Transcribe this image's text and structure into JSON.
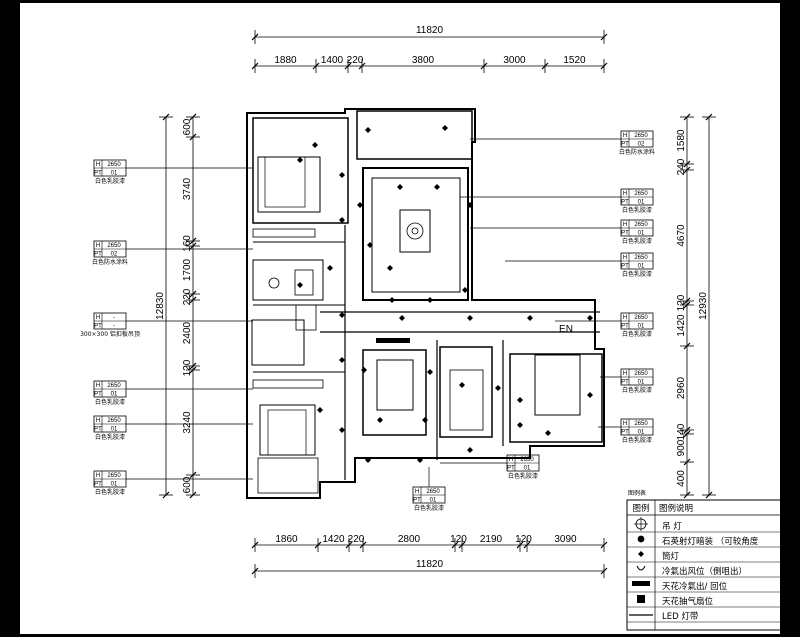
{
  "dims": {
    "top_total": "11820",
    "top_segments": [
      "1880",
      "1400",
      "220",
      "3800",
      "3000",
      "1520"
    ],
    "bottom_total": "11820",
    "bottom_segments": [
      "1860",
      "1420",
      "220",
      "2800",
      "120",
      "2190",
      "120",
      "3090"
    ],
    "left_total": "12830",
    "left_segments": [
      "600",
      "3740",
      "160",
      "1700",
      "220",
      "2400",
      "120",
      "3240",
      "600"
    ],
    "right_total": "12930",
    "right_segments": [
      "1580",
      "240",
      "4670",
      "120",
      "1420",
      "2960",
      "140",
      "900",
      "400"
    ]
  },
  "tags": [
    {
      "h": "2650",
      "pt": "01",
      "note": "白色乳胶漆"
    },
    {
      "h": "2650",
      "pt": "02",
      "note": "白色防水涂料"
    },
    {
      "h": "-",
      "pt": "-",
      "note": "300×300 铝扣板吊顶"
    },
    {
      "h": "2650",
      "pt": "01",
      "note": "白色乳胶漆"
    },
    {
      "h": "2650",
      "pt": "01",
      "note": "白色乳胶漆"
    },
    {
      "h": "2650",
      "pt": "01",
      "note": "白色乳胶漆"
    },
    {
      "h": "2650",
      "pt": "02",
      "note": "白色防水涂料"
    },
    {
      "h": "2650",
      "pt": "01",
      "note": "白色乳胶漆"
    },
    {
      "h": "2650",
      "pt": "01",
      "note": "白色乳胶漆"
    },
    {
      "h": "2650",
      "pt": "01",
      "note": "白色乳胶漆"
    },
    {
      "h": "2650",
      "pt": "01",
      "note": "白色乳胶漆"
    },
    {
      "h": "2650",
      "pt": "01",
      "note": "白色乳胶漆"
    },
    {
      "h": "2650",
      "pt": "01",
      "note": "白色乳胶漆"
    },
    {
      "h": "2650",
      "pt": "01",
      "note": "白色乳胶漆"
    },
    {
      "h": "2650",
      "pt": "01",
      "note": "白色乳胶漆"
    }
  ],
  "legend": {
    "caption": "图例表",
    "col1": "图例",
    "col2": "图例说明",
    "rows": [
      {
        "icon": "pendant-light-icon",
        "text": "吊 灯"
      },
      {
        "icon": "spotlight-icon",
        "text": "石英射灯暗装 （可较角度"
      },
      {
        "icon": "downlight-icon",
        "text": "筒灯"
      },
      {
        "icon": "ac-outlet-icon",
        "text": "冷氣出风位（側咀出）"
      },
      {
        "icon": "ceiling-ac-icon",
        "text": "天花冷氣出/ 回位"
      },
      {
        "icon": "exhaust-fan-icon",
        "text": "天花抽气扇位"
      },
      {
        "icon": "led-strip-icon",
        "text": "LED 灯带"
      }
    ]
  },
  "room_label": "EN"
}
